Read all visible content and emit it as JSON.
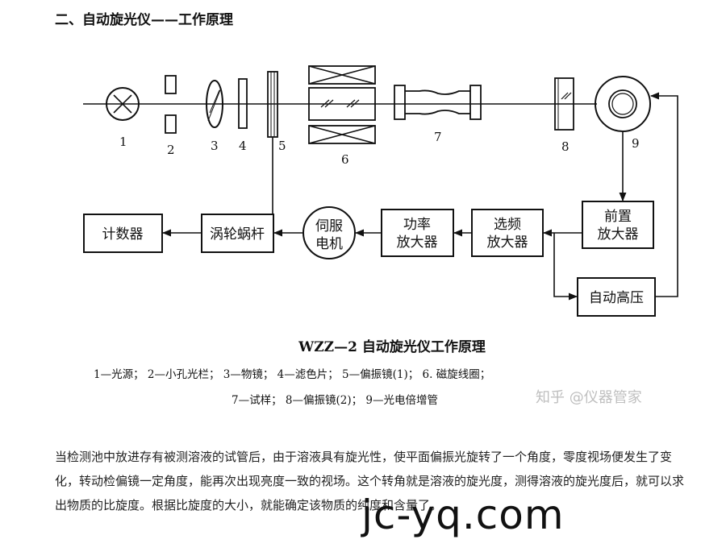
{
  "page": {
    "heading": "二、自动旋光仪——工作原理",
    "paragraph": "当检测池中放进存有被测溶液的试管后，由于溶液具有旋光性，使平面偏振光旋转了一个角度，零度视场便发生了变化，转动检偏镜一定角度，能再次出现亮度一致的视场。这个转角就是溶液的旋光度，测得溶液的旋光度后，就可以求出物质的比旋度。根据比旋度的大小，就能确定该物质的纯度和含量了。",
    "site_watermark": "jc-yq.com"
  },
  "diagram": {
    "title": "WZZ—2 自动旋光仪工作原理",
    "component_numbers": [
      "1",
      "2",
      "3",
      "4",
      "5",
      "6",
      "7",
      "8",
      "9"
    ],
    "blocks": {
      "counter": "计数器",
      "worm_gear": "涡轮蜗杆",
      "servo_motor_line1": "伺服",
      "servo_motor_line2": "电机",
      "power_amp_line1": "功率",
      "power_amp_line2": "放大器",
      "select_amp_line1": "选频",
      "select_amp_line2": "放大器",
      "preamp_line1": "前置",
      "preamp_line2": "放大器",
      "auto_hv": "自动高压"
    },
    "legend_line1": "1—光源； 2—小孔光栏； 3—物镜； 4—滤色片； 5—偏振镜(1)； 6. 磁旋线圈；",
    "legend_line2": "7—试样； 8—偏振镜(2)； 9—光电倍增管",
    "watermark": "知乎 @仪器管家"
  }
}
